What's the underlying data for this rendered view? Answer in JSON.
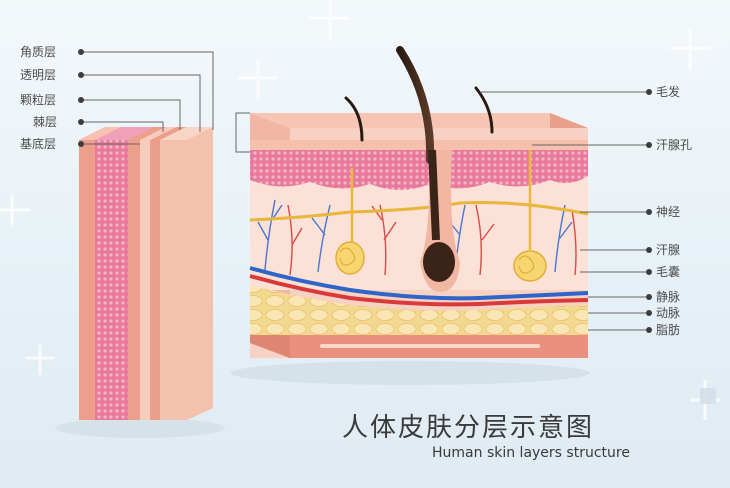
{
  "left_labels": [
    "角质层",
    "透明层",
    "颗粒层",
    "棘层",
    "基底层"
  ],
  "right_labels": [
    "毛发",
    "汗腺孔",
    "神经",
    "汗腺",
    "毛囊",
    "静脉",
    "动脉",
    "脂肪"
  ],
  "title": {
    "zh": "人体皮肤分层示意图",
    "en": "Human skin layers structure"
  },
  "colors": {
    "accent_pink": "#e86f93",
    "skin": "#f7c9b7",
    "fat": "#f6dfa4",
    "vein": "#2f64c8",
    "artery": "#d83a3a",
    "nerve": "#e8b93a"
  }
}
